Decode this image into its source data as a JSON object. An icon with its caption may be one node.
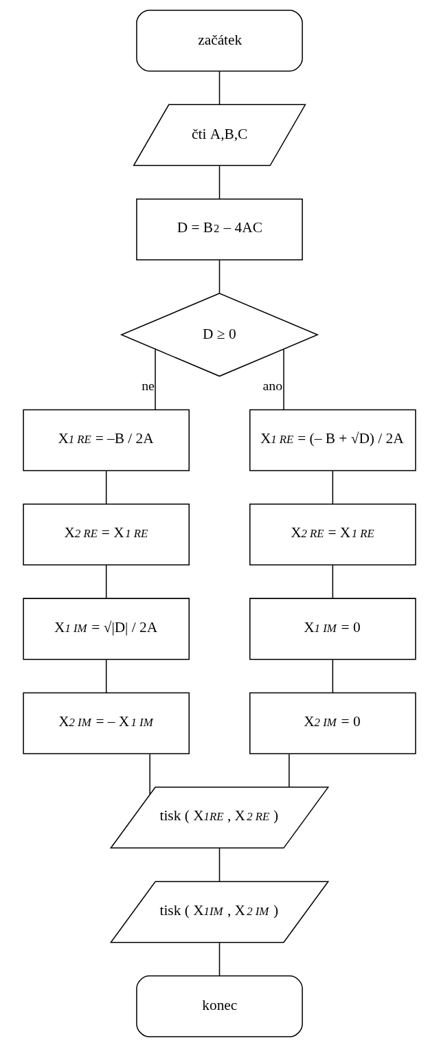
{
  "diagram": {
    "nodes": [
      {
        "text": [
          "začátek"
        ]
      },
      {
        "text": [
          "čti A,B,C"
        ]
      },
      {
        "text": [
          "D = B$^{2}$ – 4AC"
        ]
      },
      {
        "text": [
          "D ≥ 0"
        ]
      },
      {
        "text": [
          "X$_{1 RE}$ = –B / 2A"
        ]
      },
      {
        "text": [
          "X$_{2 RE}$ = X$_{1 RE}$"
        ]
      },
      {
        "text": [
          "X$_{1 IM}$ = √|D| / 2A"
        ]
      },
      {
        "text": [
          "X$_{2 IM}$ = – X$_{1 IM}$"
        ]
      },
      {
        "text": [
          "X$_{1 RE}$ = (– B + √D) / 2A"
        ]
      },
      {
        "text": [
          "X$_{2 RE}$ = X$_{1 RE}$"
        ]
      },
      {
        "text": [
          "X$_{1 IM}$ = 0"
        ]
      },
      {
        "text": [
          "X$_{2 IM}$ = 0"
        ]
      },
      {
        "text": [
          "tisk ( X$_{1RE}$ , X$_{2 RE}$ )"
        ]
      },
      {
        "text": [
          "tisk ( X$_{1IM}$ , X$_{2 IM}$ )"
        ]
      },
      {
        "text": [
          "konec"
        ]
      }
    ],
    "edges": [
      {
        "from": 0,
        "to": 1,
        "arrow": "none"
      },
      {
        "from": 1,
        "to": 2,
        "arrow": "none"
      },
      {
        "from": 2,
        "to": 3,
        "arrow": "none"
      },
      {
        "from": 3,
        "to": 4,
        "arrow": "none",
        "label": "ne"
      },
      {
        "from": 4,
        "to": 5,
        "arrow": "none"
      },
      {
        "from": 5,
        "to": 6,
        "arrow": "none"
      },
      {
        "from": 6,
        "to": 7,
        "arrow": "none"
      },
      {
        "from": 3,
        "to": 8,
        "arrow": "none",
        "label": "ano"
      },
      {
        "from": 8,
        "to": 9,
        "arrow": "none"
      },
      {
        "from": 9,
        "to": 10,
        "arrow": "none"
      },
      {
        "from": 10,
        "to": 11,
        "arrow": "none"
      },
      {
        "from": 7,
        "to": 12,
        "arrow": "none"
      },
      {
        "from": 11,
        "to": 12,
        "arrow": "none"
      },
      {
        "from": 12,
        "to": 13,
        "arrow": "none"
      },
      {
        "from": 13,
        "to": 14,
        "arrow": "none"
      }
    ]
  }
}
